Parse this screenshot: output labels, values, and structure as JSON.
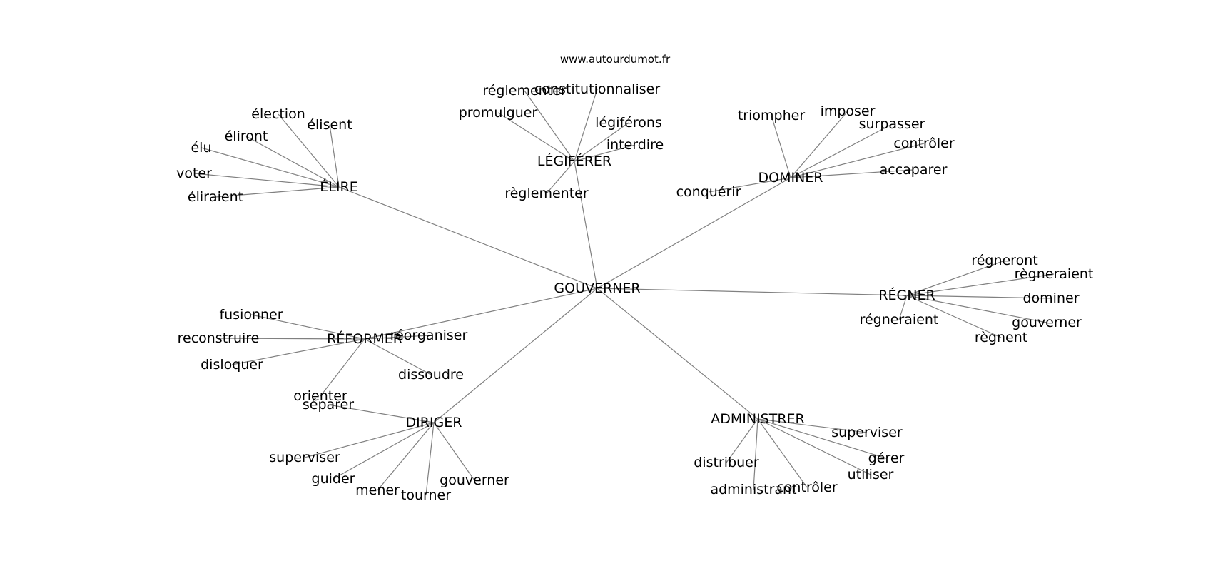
{
  "source": "www.autourdumot.fr",
  "graph": {
    "root": "GOUVERNER",
    "hubs": [
      {
        "key": "elire",
        "label": "ÉLIRE",
        "words": [
          "élection",
          "élisent",
          "éliront",
          "élu",
          "voter",
          "éliraient"
        ]
      },
      {
        "key": "legiferer",
        "label": "LÉGIFÉRER",
        "words": [
          "réglementer",
          "constitutionnaliser",
          "promulguer",
          "légiférons",
          "interdire",
          "règlementer"
        ]
      },
      {
        "key": "dominer",
        "label": "DOMINER",
        "words": [
          "triompher",
          "imposer",
          "surpasser",
          "contrôler",
          "accaparer",
          "conquérir"
        ]
      },
      {
        "key": "regner",
        "label": "RÉGNER",
        "words": [
          "régneront",
          "règneraient",
          "dominer",
          "gouverner",
          "règnent",
          "régneraient"
        ]
      },
      {
        "key": "reformer",
        "label": "RÉFORMER",
        "words": [
          "fusionner",
          "reconstruire",
          "disloquer",
          "réorganiser",
          "dissoudre",
          "orienter"
        ]
      },
      {
        "key": "diriger",
        "label": "DIRIGER",
        "words": [
          "séparer",
          "superviser",
          "guider",
          "mener",
          "tourner",
          "gouverner"
        ]
      },
      {
        "key": "administrer",
        "label": "ADMINISTRER",
        "words": [
          "superviser",
          "gérer",
          "utiliser",
          "contrôler",
          "administrant",
          "distribuer"
        ]
      }
    ]
  }
}
